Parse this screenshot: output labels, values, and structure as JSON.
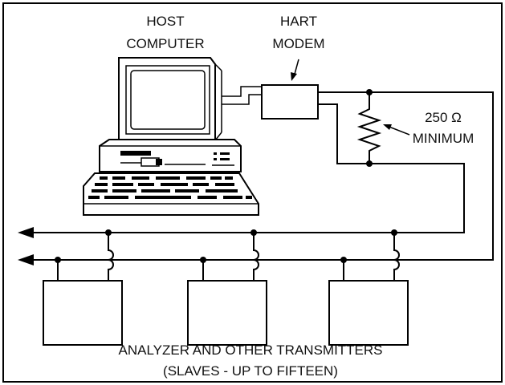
{
  "labels": {
    "host_line1": "HOST",
    "host_line2": "COMPUTER",
    "modem_line1": "HART",
    "modem_line2": "MODEM",
    "resistor_value": "250 Ω",
    "resistor_note": "MINIMUM",
    "caption_line1": "ANALYZER AND OTHER TRANSMITTERS",
    "caption_line2": "(SLAVES - UP TO FIFTEEN)"
  },
  "slave_count_shown": 3
}
